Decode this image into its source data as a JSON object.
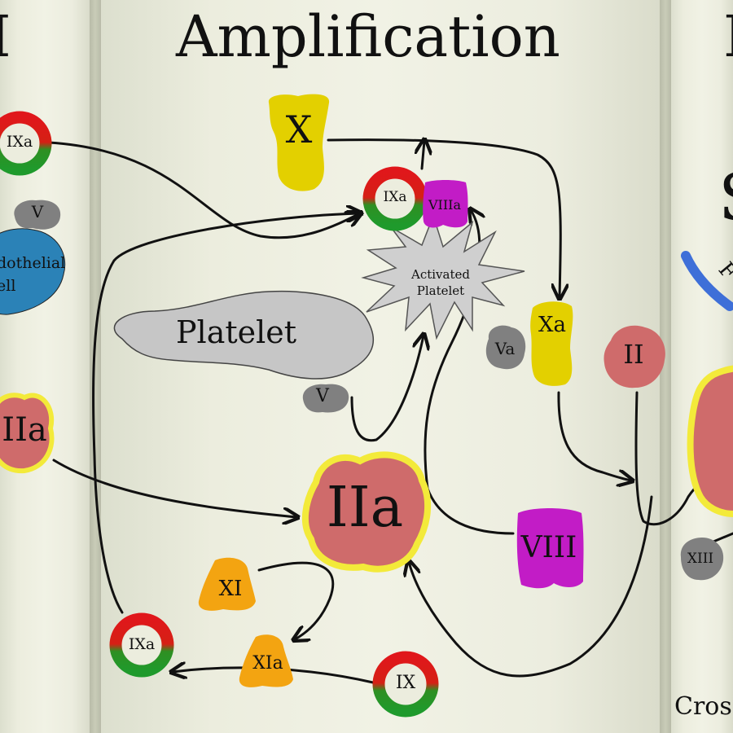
{
  "title": "Amplification",
  "left_panel": {
    "title_fragment": "I",
    "factor_ixa": "IXa",
    "factor_v": "V",
    "endothelial_label_line1": "dothelial",
    "endothelial_label_line2": "ell",
    "factor_iia": "IIa"
  },
  "center_panel": {
    "factor_x": "X",
    "factor_ixa_top": "IXa",
    "factor_viiia": "VIIIa",
    "activated_platelet_line1": "Activated",
    "activated_platelet_line2": "Platelet",
    "platelet": "Platelet",
    "factor_v": "V",
    "factor_iia": "IIa",
    "factor_xi": "XI",
    "factor_xia": "XIa",
    "factor_ixa_bottom": "IXa",
    "factor_ix": "IX",
    "factor_va": "Va",
    "factor_xa": "Xa",
    "factor_ii": "II",
    "factor_viii": "VIII"
  },
  "right_panel": {
    "title_fragment": "I",
    "big_letter": "S",
    "curve_letter": "F",
    "factor_xiii": "XIII",
    "bottom_text": "Cros"
  },
  "colors": {
    "iia_red": "#cf6b6b",
    "iia_glow": "#f3ea3a",
    "x_yellow": "#e3d000",
    "viii_magenta": "#c21cc6",
    "xi_orange": "#f3a411",
    "v_grey": "#808080",
    "platelet_grey": "#c6c6c6",
    "endothelial_blue": "#2b82b7",
    "ring_red": "#e0171b",
    "ring_green": "#1f9a2c"
  }
}
